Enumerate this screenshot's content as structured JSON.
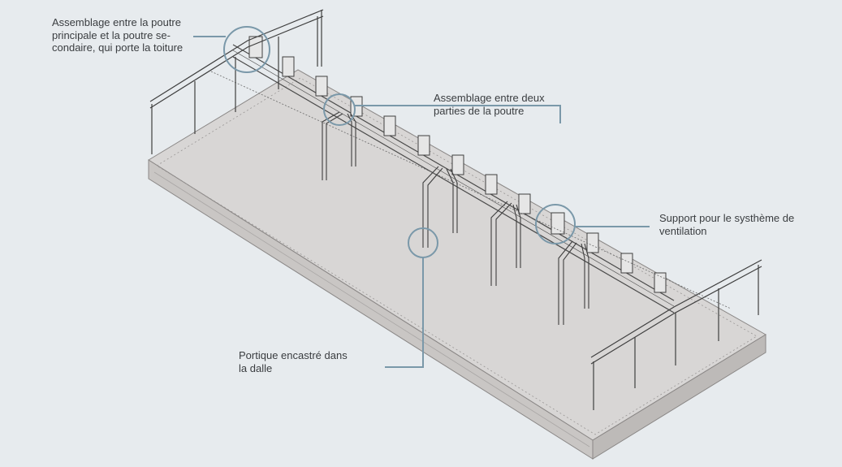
{
  "callouts": [
    {
      "id": "assemblage-poutre-principale-secondaire",
      "lines": [
        "Assemblage entre la poutre",
        "principale et la poutre se-",
        "condaire, qui porte la toiture"
      ]
    },
    {
      "id": "assemblage-deux-parties-poutre",
      "lines": [
        "Assemblage entre deux",
        "parties de la poutre"
      ]
    },
    {
      "id": "support-ventilation",
      "lines": [
        "Support pour le systhème de",
        "ventilation"
      ]
    },
    {
      "id": "portique-encastre-dalle",
      "lines": [
        "Portique encastré dans",
        "la dalle"
      ]
    }
  ],
  "colors": {
    "background": "#e7ebee",
    "slab_top": "#d8d6d5",
    "slab_side": "#c9c6c4",
    "structure_line": "#4a4a4a",
    "callout_accent": "#7a98a9"
  }
}
